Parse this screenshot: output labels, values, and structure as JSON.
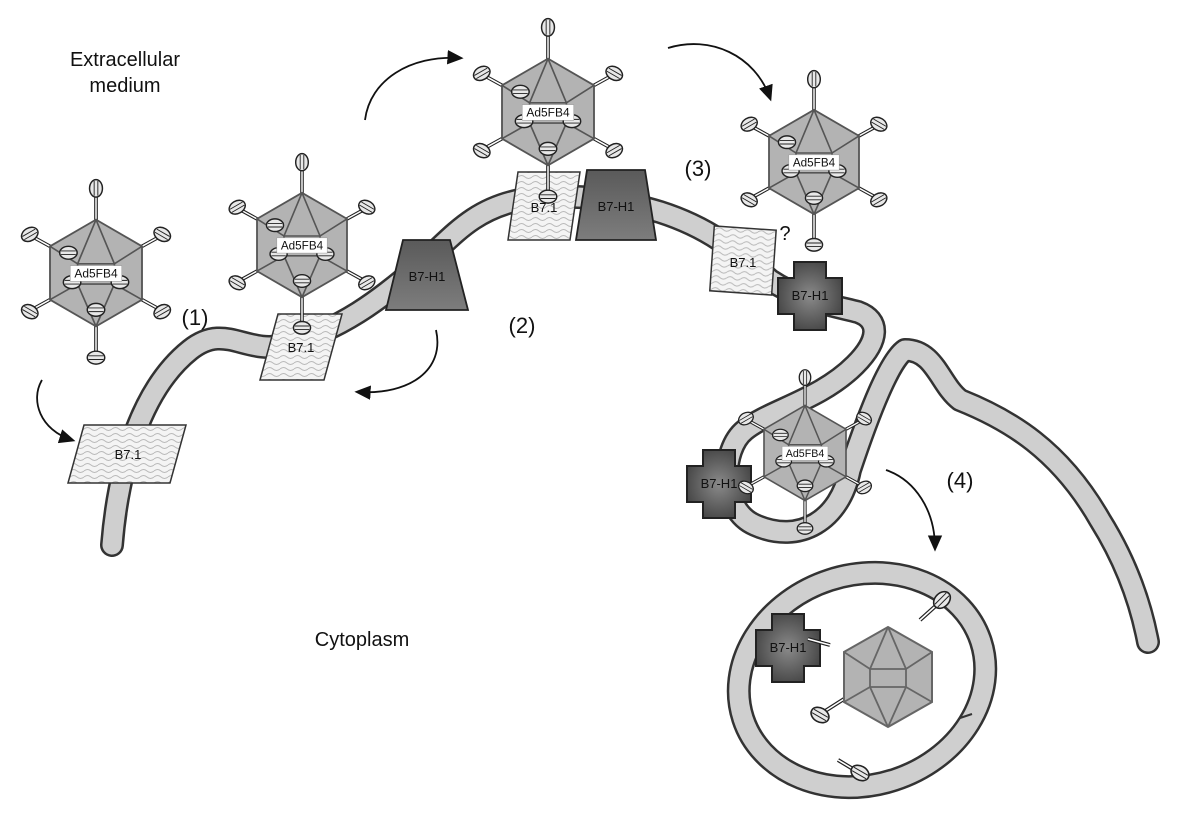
{
  "labels": {
    "extracellular_line1": "Extracellular",
    "extracellular_line2": "medium",
    "cytoplasm": "Cytoplasm",
    "virus": "Ad5FB4",
    "receptor_b71": "B7.1",
    "receptor_b7h1": "B7-H1",
    "question_mark": "?"
  },
  "steps": [
    "(1)",
    "(2)",
    "(3)",
    "(4)"
  ],
  "colors": {
    "membrane": "#cfcfcf",
    "b7h1_dark": "#4a4a4a",
    "b7h1_light": "#8a8a8a",
    "capsid": "#b3b3b3",
    "b71_pattern": "#bdbdbd"
  }
}
